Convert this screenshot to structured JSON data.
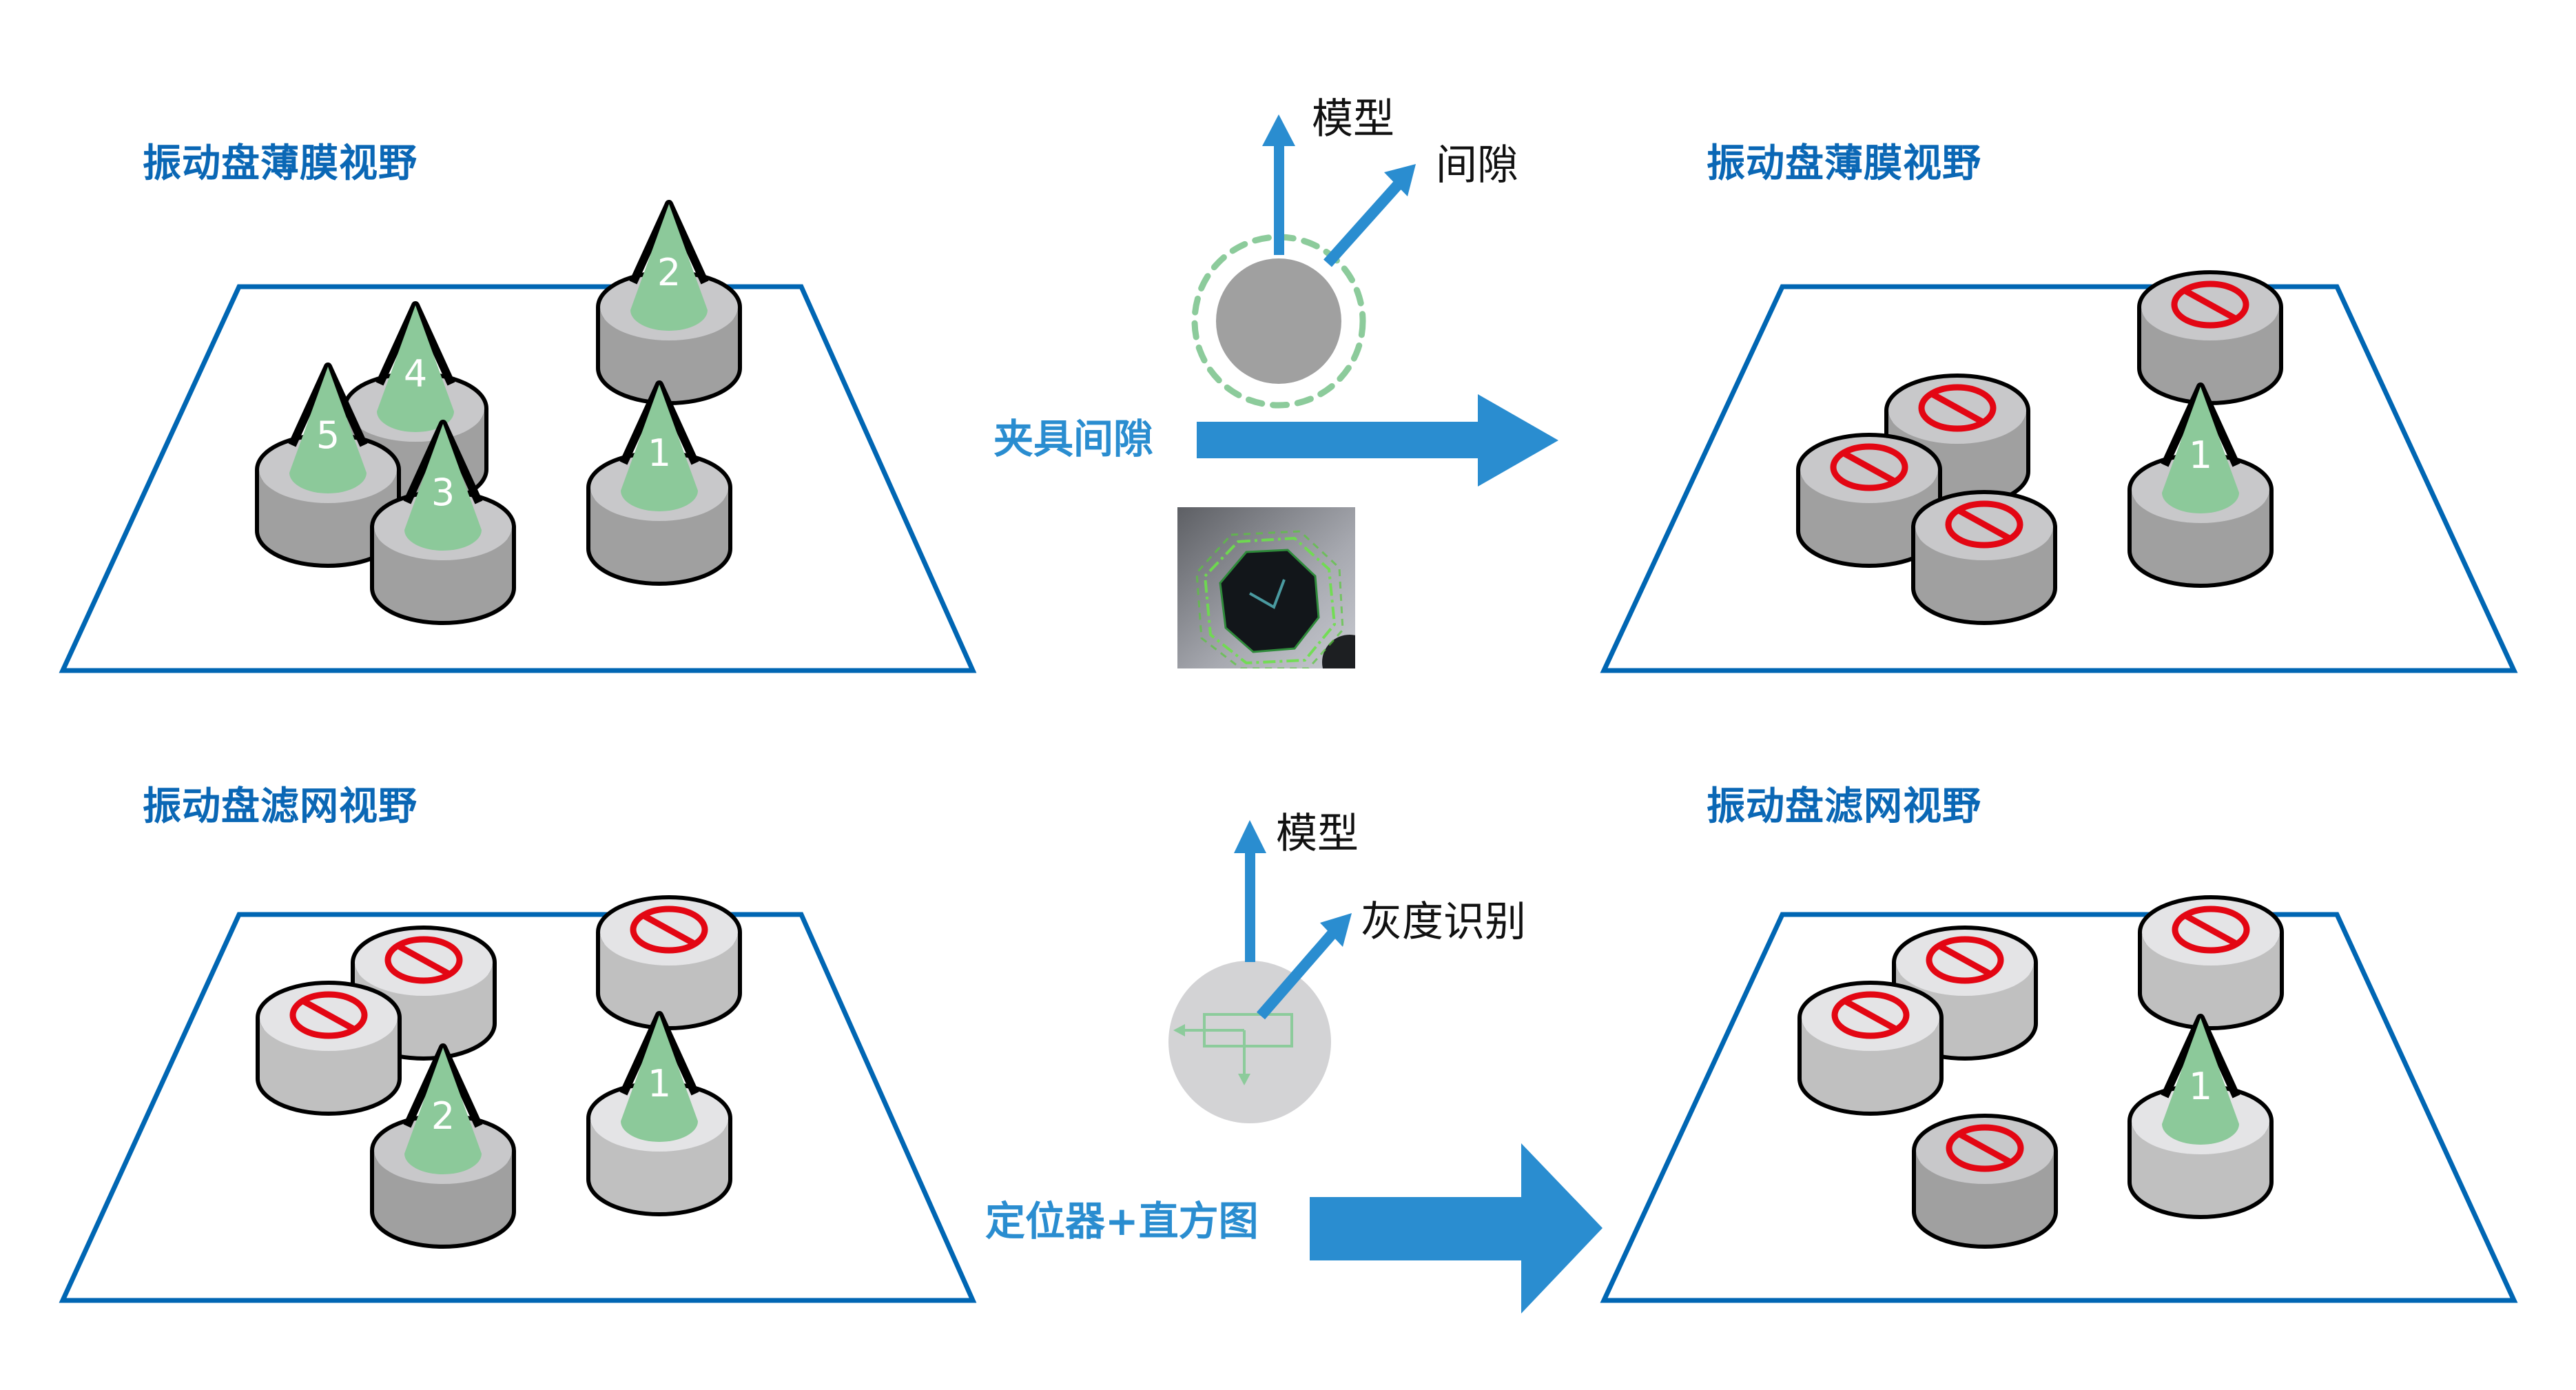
{
  "colors": {
    "title": "#0a67b5",
    "step_label": "#2a8dd0",
    "arrow": "#2a8dd0",
    "plate_border": "#0066b3",
    "cylinder_outline": "#000000",
    "cylinder_top_dark": "#c8c8ca",
    "cylinder_body_dark": "#a0a0a0",
    "cylinder_top_light": "#e4e4e6",
    "cylinder_body_light": "#c0c0c0",
    "cone": "#8cc99a",
    "prohibit": "#e30613",
    "model_disc": "#a0a0a0",
    "model_disc_light": "#d3d3d5",
    "gap_ring": "#8ccb9b"
  },
  "panels": [
    {
      "id": "top-left",
      "title": "振动盘薄膜视野",
      "items": [
        {
          "kind": "cone",
          "label": "2",
          "style": "dark"
        },
        {
          "kind": "cone",
          "label": "4",
          "style": "dark"
        },
        {
          "kind": "cone",
          "label": "5",
          "style": "dark"
        },
        {
          "kind": "cone",
          "label": "3",
          "style": "dark"
        },
        {
          "kind": "cone",
          "label": "1",
          "style": "dark"
        }
      ]
    },
    {
      "id": "top-right",
      "title": "振动盘薄膜视野",
      "items": [
        {
          "kind": "prohibit",
          "label": "",
          "style": "dark"
        },
        {
          "kind": "prohibit",
          "label": "",
          "style": "dark"
        },
        {
          "kind": "prohibit",
          "label": "",
          "style": "dark"
        },
        {
          "kind": "prohibit",
          "label": "",
          "style": "dark"
        },
        {
          "kind": "cone",
          "label": "1",
          "style": "dark"
        }
      ]
    },
    {
      "id": "bottom-left",
      "title": "振动盘滤网视野",
      "items": [
        {
          "kind": "prohibit",
          "label": "",
          "style": "light"
        },
        {
          "kind": "prohibit",
          "label": "",
          "style": "light"
        },
        {
          "kind": "prohibit",
          "label": "",
          "style": "light"
        },
        {
          "kind": "cone",
          "label": "2",
          "style": "dark"
        },
        {
          "kind": "cone",
          "label": "1",
          "style": "light"
        }
      ]
    },
    {
      "id": "bottom-right",
      "title": "振动盘滤网视野",
      "items": [
        {
          "kind": "prohibit",
          "label": "",
          "style": "light"
        },
        {
          "kind": "prohibit",
          "label": "",
          "style": "light"
        },
        {
          "kind": "prohibit",
          "label": "",
          "style": "light"
        },
        {
          "kind": "prohibit",
          "label": "",
          "style": "dark"
        },
        {
          "kind": "cone",
          "label": "1",
          "style": "light"
        }
      ]
    }
  ],
  "steps": [
    {
      "id": "top",
      "label": "夹具间隙",
      "axis_up_label": "模型",
      "axis_diag_label": "间隙",
      "thumbnail": "detected-octagon-with-green-edge-features"
    },
    {
      "id": "bottom",
      "label": "定位器+直方图",
      "axis_up_label": "模型",
      "axis_diag_label": "灰度识别"
    }
  ]
}
